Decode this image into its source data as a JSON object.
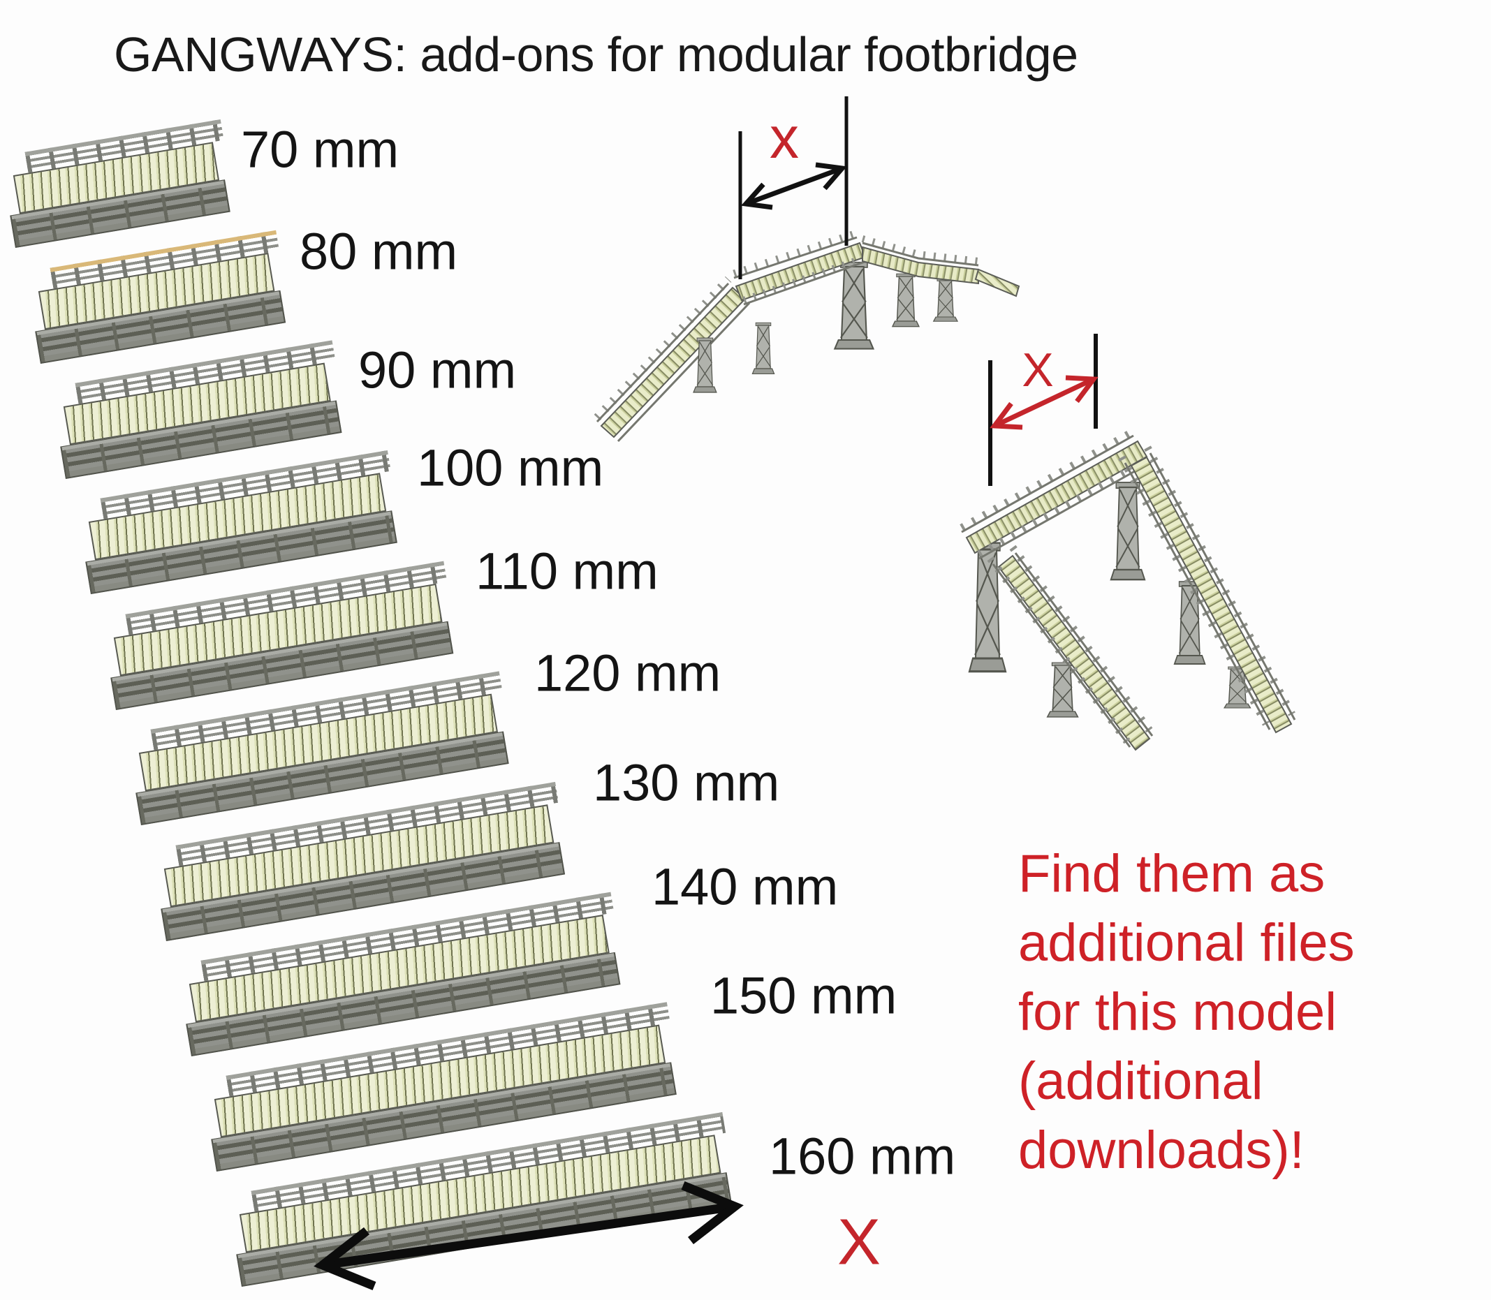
{
  "title": "GANGWAYS:  add-ons for modular footbridge",
  "gangways": [
    {
      "label": "70 mm",
      "mm": 70
    },
    {
      "label": "80 mm",
      "mm": 80,
      "accent_top_rail": true
    },
    {
      "label": "90 mm",
      "mm": 90
    },
    {
      "label": "100 mm",
      "mm": 100
    },
    {
      "label": "110 mm",
      "mm": 110
    },
    {
      "label": "120 mm",
      "mm": 120
    },
    {
      "label": "130 mm",
      "mm": 130
    },
    {
      "label": "140 mm",
      "mm": 140
    },
    {
      "label": "150 mm",
      "mm": 150
    },
    {
      "label": "160 mm",
      "mm": 160
    }
  ],
  "annotations": {
    "top_bridge_dim": "x",
    "right_bridge_dim": "X",
    "bottom_dim": "X"
  },
  "note_lines": [
    "Find them as",
    "additional files",
    "for this model",
    "(additional",
    "downloads)!"
  ],
  "colors": {
    "background": "#fdfdfd",
    "ink_black": "#191919",
    "annotation_red": "#c4252b",
    "note_red": "#ce2127",
    "deck_plank": "#edefd4",
    "deck_shadow": "#70744f",
    "steel_gray": "#a6a8a2",
    "steel_dark": "#54564e",
    "accent_tan_rail": "#d9b878"
  }
}
